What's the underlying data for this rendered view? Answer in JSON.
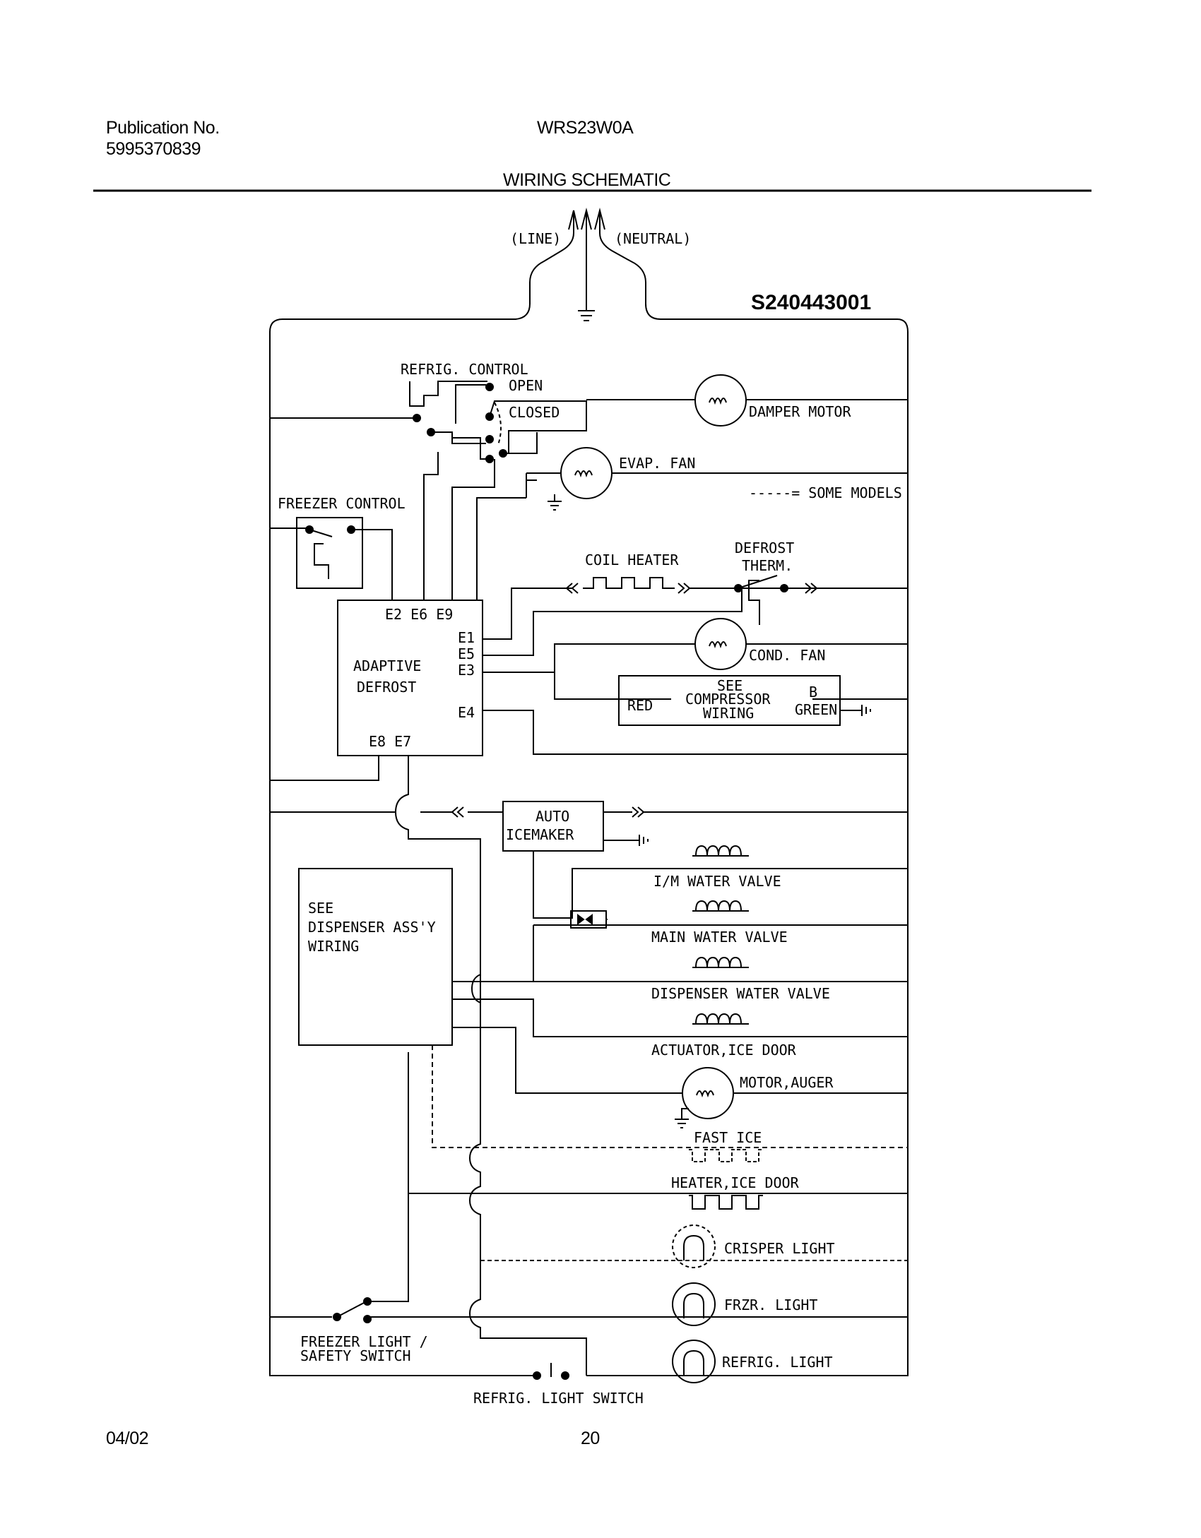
{
  "header": {
    "publication_label": "Publication No.",
    "publication_number": "5995370839",
    "model": "WRS23W0A",
    "title": "WIRING SCHEMATIC",
    "schematic_id": "S240443001"
  },
  "footer": {
    "date": "04/02",
    "page": "20"
  },
  "labels": {
    "line": "(LINE)",
    "neutral": "(NEUTRAL)",
    "refrig_control": "REFRIG. CONTROL",
    "open": "OPEN",
    "closed": "CLOSED",
    "damper_motor": "DAMPER MOTOR",
    "evap_fan": "EVAP. FAN",
    "some_models": "-----= SOME MODELS",
    "freezer_control": "FREEZER CONTROL",
    "coil_heater": "COIL HEATER",
    "defrost": "DEFROST",
    "therm": "THERM.",
    "e_top": "E2  E6  E9",
    "e1": "E1",
    "e5": "E5",
    "e3": "E3",
    "e4": "E4",
    "e_bottom": "E8  E7",
    "adaptive": "ADAPTIVE",
    "defrost_ctrl": "DEFROST",
    "cond_fan": "COND. FAN",
    "see": "SEE",
    "compressor_wiring": "COMPRESSOR",
    "wiring": "WIRING",
    "red": "RED",
    "b": "B",
    "green": "GREEN",
    "auto": "AUTO",
    "icemaker": "ICEMAKER",
    "im_water_valve": "I/M WATER VALVE",
    "see_dispenser": "SEE",
    "dispenser_assy": "DISPENSER ASS'Y",
    "dispenser_wiring": "WIRING",
    "main_water_valve": "MAIN WATER VALVE",
    "dispenser_water_valve": "DISPENSER WATER VALVE",
    "actuator_ice_door": "ACTUATOR,ICE DOOR",
    "motor_auger": "MOTOR,AUGER",
    "fast_ice": "FAST ICE",
    "heater_ice_door": "HEATER,ICE DOOR",
    "crisper_light": "CRISPER LIGHT",
    "frzr_light": "FRZR. LIGHT",
    "refrig_light": "REFRIG. LIGHT",
    "freezer_light_switch_1": "FREEZER LIGHT /",
    "freezer_light_switch_2": "SAFETY SWITCH",
    "refrig_light_switch": "REFRIG. LIGHT SWITCH"
  }
}
